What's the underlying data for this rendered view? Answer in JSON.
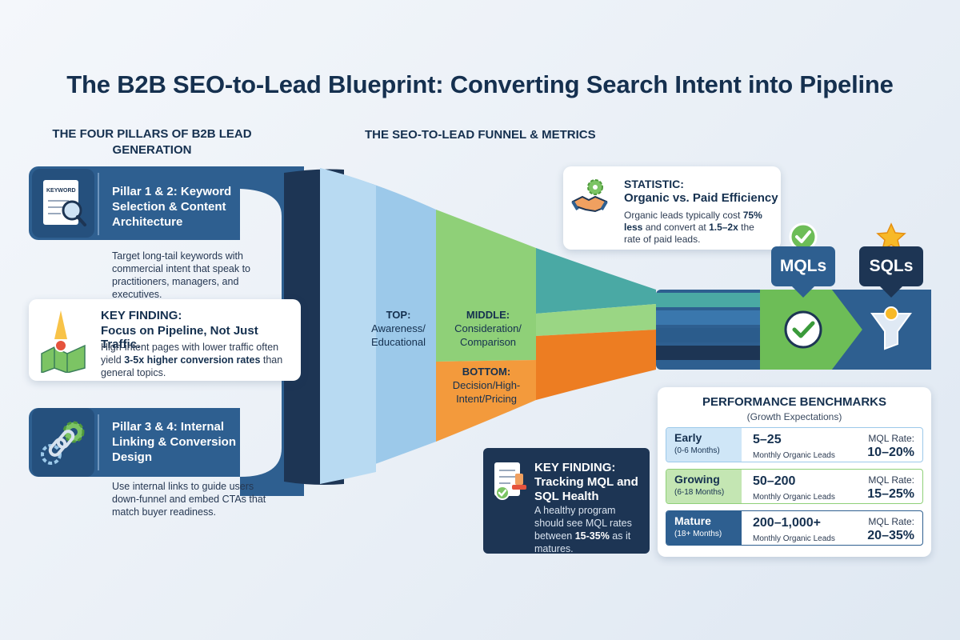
{
  "title": "The B2B SEO-to-Lead Blueprint: Converting Search Intent into Pipeline",
  "pillars_heading": "THE FOUR PILLARS OF B2B LEAD GENERATION",
  "funnel_heading": "THE SEO-TO-LEAD FUNNEL & METRICS",
  "pillar_1": {
    "icon_text": "KEYWORD",
    "title": "Pillar 1 & 2: Keyword Selection & Content Architecture",
    "description": "Target long-tail keywords with commercial intent that speak to practitioners, managers, and executives."
  },
  "key_finding_1": {
    "label": "KEY FINDING:",
    "headline": "Focus on Pipeline, Not Just Traffic.",
    "text_before": "High-intent pages with lower traffic often yield ",
    "text_bold": "3-5x higher conversion rates",
    "text_after": " than general topics."
  },
  "pillar_2": {
    "title": "Pillar 3 & 4: Internal Linking & Conversion Design",
    "description": "Use internal links to guide users down-funnel and embed CTAs that match buyer readiness."
  },
  "funnel_stages": {
    "top": {
      "stage": "TOP:",
      "detail": "Awareness/ Educational"
    },
    "middle": {
      "stage": "MIDDLE:",
      "detail": "Consideration/ Comparison"
    },
    "bottom": {
      "stage": "BOTTOM:",
      "detail": "Decision/High- Intent/Pricing"
    }
  },
  "statistic": {
    "label": "STATISTIC:",
    "headline": "Organic vs. Paid Efficiency",
    "text_1": "Organic leads typically cost ",
    "text_bold_1": "75% less",
    "text_2": " and convert at ",
    "text_bold_2": "1.5–2x",
    "text_3": " the rate of paid leads."
  },
  "badges": {
    "mql": "MQLs",
    "sql": "SQLs"
  },
  "key_finding_2": {
    "label": "KEY FINDING: Tracking MQL and SQL Health",
    "text_before": "A healthy program should see MQL rates between ",
    "text_bold": "15-35%",
    "text_after": " as it matures."
  },
  "benchmarks": {
    "title": "PERFORMANCE BENCHMARKS",
    "subtitle": "(Growth Expectations)",
    "rows": [
      {
        "stage": "Early",
        "period": "(0-6 Months)",
        "leads": "5–25",
        "leads_label": "Monthly Organic Leads",
        "rate_label": "MQL Rate:",
        "rate": "10–20%"
      },
      {
        "stage": "Growing",
        "period": "(6-18 Months)",
        "leads": "50–200",
        "leads_label": "Monthly Organic Leads",
        "rate_label": "MQL Rate:",
        "rate": "15–25%"
      },
      {
        "stage": "Mature",
        "period": "(18+ Months)",
        "leads": "200–1,000+",
        "leads_label": "Monthly Organic Leads",
        "rate_label": "MQL Rate:",
        "rate": "20–35%"
      }
    ]
  },
  "colors": {
    "navy": "#1d3554",
    "blue": "#2e5f90",
    "light_blue": "#9cc9ea",
    "green": "#7cc464",
    "orange": "#f08a2a",
    "teal": "#4aa9a4"
  }
}
